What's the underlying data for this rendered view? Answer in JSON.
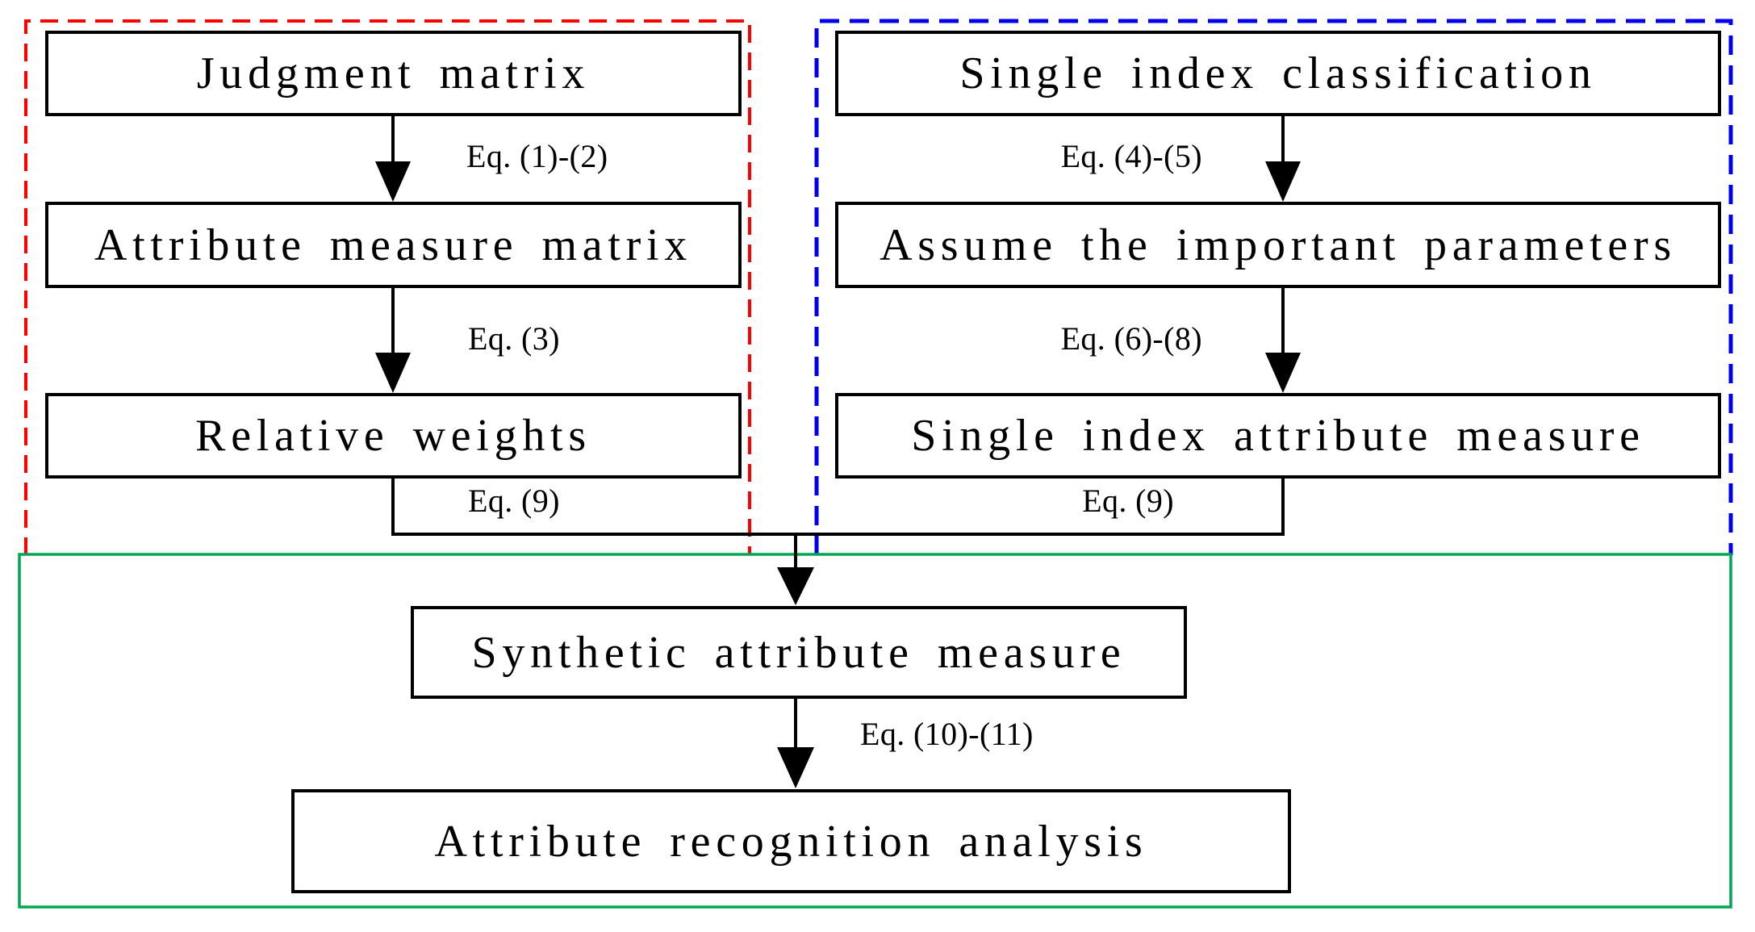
{
  "colors": {
    "left_group_border": "#ff0000",
    "right_group_border": "#0000ee",
    "bottom_group_border": "#00a651",
    "node_border": "#000000",
    "connector": "#000000"
  },
  "nodes": {
    "judgment_matrix": "Judgment matrix",
    "attribute_measure_matrix": "Attribute measure matrix",
    "relative_weights": "Relative weights",
    "single_index_classification": "Single index classification",
    "assume_important_parameters": "Assume the important parameters",
    "single_index_attribute_measure": "Single index attribute measure",
    "synthetic_attribute_measure": "Synthetic attribute measure",
    "attribute_recognition_analysis": "Attribute recognition analysis"
  },
  "edge_labels": {
    "eq_1_2": "Eq. (1)-(2)",
    "eq_3": "Eq. (3)",
    "eq_9_left": "Eq. (9)",
    "eq_4_5": "Eq. (4)-(5)",
    "eq_6_8": "Eq. (6)-(8)",
    "eq_9_right": "Eq. (9)",
    "eq_10_11": "Eq. (10)-(11)"
  }
}
